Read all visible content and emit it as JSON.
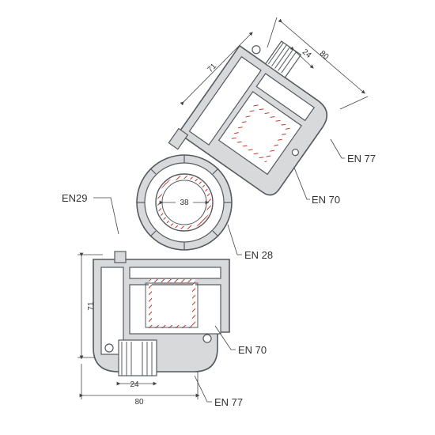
{
  "colors": {
    "profile_fill": "#d7d9db",
    "profile_stroke": "#555a60",
    "reinforcement": "#c0392b",
    "leader": "#444444"
  },
  "labels": {
    "en77_top": "EN 77",
    "en70_top": "EN 70",
    "en29": "EN29",
    "en28": "EN 28",
    "en70_bottom": "EN 70",
    "en77_bottom": "EN 77"
  },
  "dimensions": {
    "top_width": "80",
    "top_inner": "24",
    "top_height": "71",
    "pipe_diameter": "38",
    "bottom_height": "71",
    "bottom_inner": "24",
    "bottom_width": "80"
  }
}
